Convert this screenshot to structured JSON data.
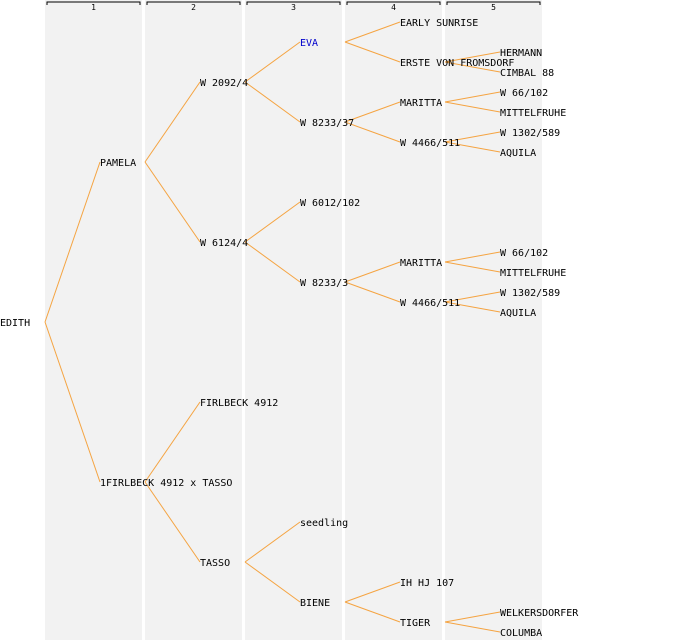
{
  "colors": {
    "column_band": "#f2f2f2",
    "column_separator": "#ffffff",
    "edge": "#f5a442",
    "text": "#000000",
    "highlight_text": "#0000cc",
    "header_bracket": "#000000"
  },
  "generations": [
    "1",
    "2",
    "3",
    "4",
    "5"
  ],
  "nodes": [
    {
      "id": "n0",
      "name": "EDITH",
      "gen": 0,
      "row": 16
    },
    {
      "id": "n1",
      "name": "PAMELA",
      "gen": 1,
      "row": 8,
      "parent": "n0"
    },
    {
      "id": "n2",
      "name": "1FIRLBECK 4912 x TASSO",
      "gen": 1,
      "row": 24,
      "parent": "n0"
    },
    {
      "id": "n3",
      "name": "W 2092/4",
      "gen": 2,
      "row": 4,
      "parent": "n1"
    },
    {
      "id": "n4",
      "name": "W 6124/4",
      "gen": 2,
      "row": 12,
      "parent": "n1"
    },
    {
      "id": "n5",
      "name": "FIRLBECK 4912",
      "gen": 2,
      "row": 20,
      "parent": "n2"
    },
    {
      "id": "n6",
      "name": "TASSO",
      "gen": 2,
      "row": 28,
      "parent": "n2"
    },
    {
      "id": "n7",
      "name": "EVA",
      "gen": 3,
      "row": 2,
      "parent": "n3",
      "highlight": true
    },
    {
      "id": "n8",
      "name": "W 8233/37",
      "gen": 3,
      "row": 6,
      "parent": "n3"
    },
    {
      "id": "n9",
      "name": "W 6012/102",
      "gen": 3,
      "row": 10,
      "parent": "n4"
    },
    {
      "id": "n10",
      "name": "W 8233/3",
      "gen": 3,
      "row": 14,
      "parent": "n4"
    },
    {
      "id": "n11",
      "name": "seedling",
      "gen": 3,
      "row": 26,
      "parent": "n6"
    },
    {
      "id": "n12",
      "name": "BIENE",
      "gen": 3,
      "row": 30,
      "parent": "n6"
    },
    {
      "id": "n13",
      "name": "EARLY SUNRISE",
      "gen": 4,
      "row": 1,
      "parent": "n7"
    },
    {
      "id": "n14",
      "name": "ERSTE VON FROMSDORF",
      "gen": 4,
      "row": 3,
      "parent": "n7"
    },
    {
      "id": "n15",
      "name": "MARITTA",
      "gen": 4,
      "row": 5,
      "parent": "n8"
    },
    {
      "id": "n16",
      "name": "W 4466/511",
      "gen": 4,
      "row": 7,
      "parent": "n8"
    },
    {
      "id": "n17",
      "name": "MARITTA",
      "gen": 4,
      "row": 13,
      "parent": "n10"
    },
    {
      "id": "n18",
      "name": "W 4466/511",
      "gen": 4,
      "row": 15,
      "parent": "n10"
    },
    {
      "id": "n19",
      "name": "IH HJ 107",
      "gen": 4,
      "row": 29,
      "parent": "n12"
    },
    {
      "id": "n20",
      "name": "TIGER",
      "gen": 4,
      "row": 31,
      "parent": "n12"
    },
    {
      "id": "n21",
      "name": "HERMANN",
      "gen": 5,
      "row": 2.5,
      "parent": "n14"
    },
    {
      "id": "n22",
      "name": "CIMBAL 88",
      "gen": 5,
      "row": 3.5,
      "parent": "n14"
    },
    {
      "id": "n23",
      "name": "W 66/102",
      "gen": 5,
      "row": 4.5,
      "parent": "n15"
    },
    {
      "id": "n24",
      "name": "MITTELFRUHE",
      "gen": 5,
      "row": 5.5,
      "parent": "n15"
    },
    {
      "id": "n25",
      "name": "W 1302/589",
      "gen": 5,
      "row": 6.5,
      "parent": "n16"
    },
    {
      "id": "n26",
      "name": "AQUILA",
      "gen": 5,
      "row": 7.5,
      "parent": "n16"
    },
    {
      "id": "n27",
      "name": "W 66/102",
      "gen": 5,
      "row": 12.5,
      "parent": "n17"
    },
    {
      "id": "n28",
      "name": "MITTELFRUHE",
      "gen": 5,
      "row": 13.5,
      "parent": "n17"
    },
    {
      "id": "n29",
      "name": "W 1302/589",
      "gen": 5,
      "row": 14.5,
      "parent": "n18"
    },
    {
      "id": "n30",
      "name": "AQUILA",
      "gen": 5,
      "row": 15.5,
      "parent": "n18"
    },
    {
      "id": "n31",
      "name": "WELKERSDORFER",
      "gen": 5,
      "row": 30.5,
      "parent": "n20"
    },
    {
      "id": "n32",
      "name": "COLUMBA",
      "gen": 5,
      "row": 31.5,
      "parent": "n20"
    }
  ]
}
